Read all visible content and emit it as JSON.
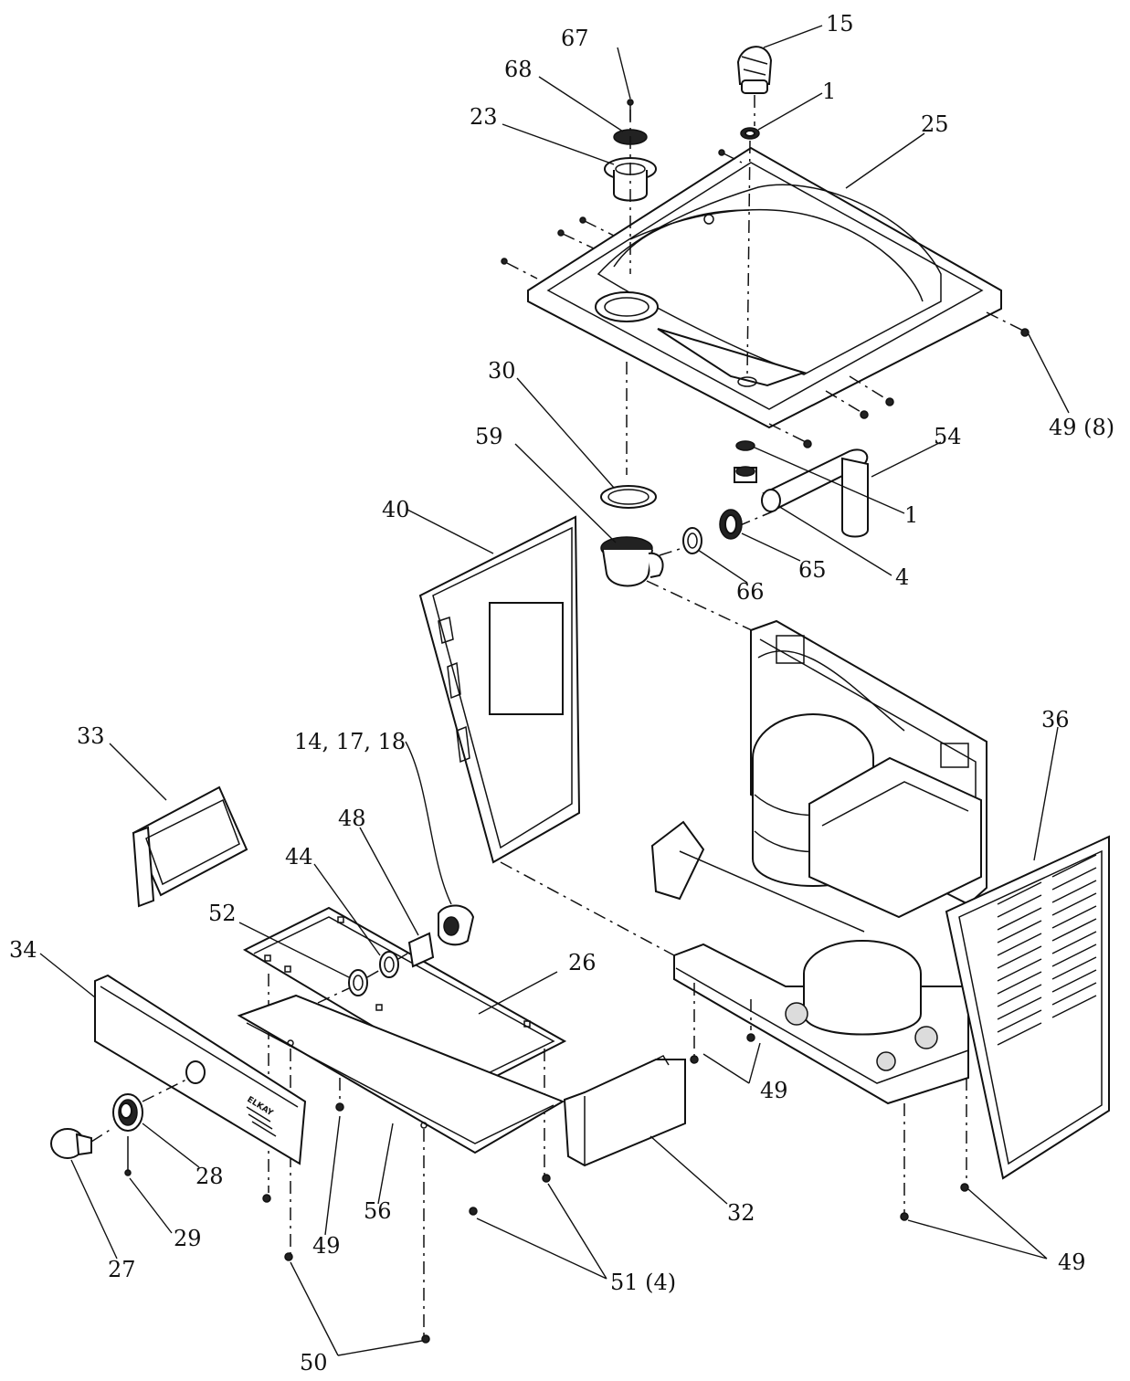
{
  "callouts": {
    "c15": "15",
    "c67": "67",
    "c68": "68",
    "c1_top": "1",
    "c25": "25",
    "c23": "23",
    "c49_8": "49 (8)",
    "c30": "30",
    "c59": "59",
    "c54": "54",
    "c1_mid": "1",
    "c40": "40",
    "c65": "65",
    "c4": "4",
    "c66": "66",
    "c36": "36",
    "c33": "33",
    "c14_17_18": "14, 17, 18",
    "c48": "48",
    "c44": "44",
    "c52": "52",
    "c26": "26",
    "c34": "34",
    "c49_right": "49",
    "c28": "28",
    "c29": "29",
    "c56": "56",
    "c32": "32",
    "c27": "27",
    "c49_low": "49",
    "c51_4": "51 (4)",
    "c49_bottom": "49",
    "c50": "50"
  },
  "decals": {
    "panel_logo": "ELKAY"
  }
}
